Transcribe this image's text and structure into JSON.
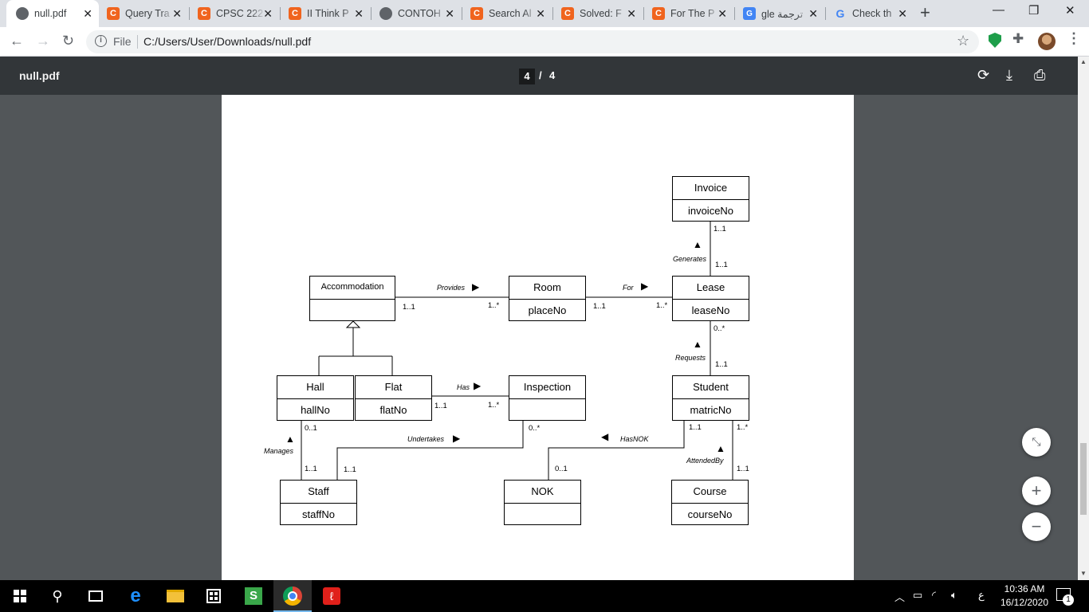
{
  "browser": {
    "tabs": [
      {
        "label": "null.pdf",
        "icon": "globe-icon",
        "active": true
      },
      {
        "label": "Query Tra",
        "icon": "chegg-c-icon"
      },
      {
        "label": "CPSC 222",
        "icon": "chegg-c-icon"
      },
      {
        "label": "II Think P",
        "icon": "chegg-c-icon"
      },
      {
        "label": "CONTOH",
        "icon": "globe-icon"
      },
      {
        "label": "Search Al",
        "icon": "chegg-c-icon"
      },
      {
        "label": "Solved: F",
        "icon": "chegg-c-icon"
      },
      {
        "label": "For The P",
        "icon": "chegg-c-icon"
      },
      {
        "label": "gle ترجمة",
        "icon": "google-translate-icon"
      },
      {
        "label": "Check th",
        "icon": "google-g-icon"
      }
    ],
    "new_tab": "+",
    "window_controls": {
      "minimize": "—",
      "restore": "❐",
      "close": "✕"
    },
    "address": {
      "scheme_label": "File",
      "url": "C:/Users/User/Downloads/null.pdf"
    }
  },
  "pdf": {
    "title": "null.pdf",
    "current_page": "4",
    "separator": "/",
    "total_pages": "4"
  },
  "diagram": {
    "classes": {
      "invoice": {
        "name": "Invoice",
        "attr": "invoiceNo"
      },
      "accommodation": {
        "name": "Accommodation",
        "attr": ""
      },
      "room": {
        "name": "Room",
        "attr": "placeNo"
      },
      "lease": {
        "name": "Lease",
        "attr": "leaseNo"
      },
      "hall": {
        "name": "Hall",
        "attr": "hallNo"
      },
      "flat": {
        "name": "Flat",
        "attr": "flatNo"
      },
      "inspection": {
        "name": "Inspection",
        "attr": ""
      },
      "student": {
        "name": "Student",
        "attr": "matricNo"
      },
      "staff": {
        "name": "Staff",
        "attr": "staffNo"
      },
      "nok": {
        "name": "NOK",
        "attr": ""
      },
      "course": {
        "name": "Course",
        "attr": "courseNo"
      }
    },
    "associations": {
      "provides": "Provides",
      "for": "For",
      "generates": "Generates",
      "requests": "Requests",
      "has": "Has",
      "undertakes": "Undertakes",
      "hasnok": "HasNOK",
      "manages": "Manages",
      "attendedby": "AttendedBy"
    },
    "multiplicities": {
      "invoice_generates": "1..1",
      "lease_generates": "1..1",
      "acc_provides": "1..1",
      "room_provides": "1..*",
      "room_for": "1..1",
      "lease_for": "1..*",
      "lease_requests": "0..*",
      "student_requests": "1..1",
      "flat_has": "1..1",
      "inspection_has": "1..*",
      "hall_manages": "0..1",
      "staff_manages": "1..1",
      "staff_undertakes": "1..1",
      "inspection_undertakes": "0..*",
      "student_hasnok": "1..1",
      "nok_hasnok": "0..1",
      "student_attended": "1..*",
      "course_attended": "1..1"
    }
  },
  "taskbar": {
    "time": "10:36 AM",
    "date": "16/12/2020",
    "lang": "ع",
    "notifications": "1"
  }
}
